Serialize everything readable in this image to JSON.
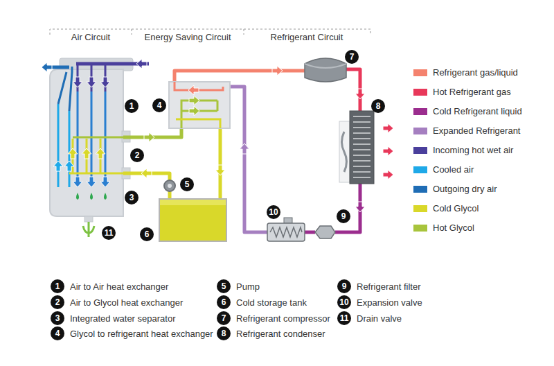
{
  "diagram": {
    "nodes": [
      {
        "text": [
          "1"
        ]
      },
      {
        "text": [
          "2"
        ]
      },
      {
        "text": [
          "3"
        ]
      },
      {
        "text": [
          "4"
        ]
      },
      {
        "text": [
          "5"
        ]
      },
      {
        "text": [
          "6"
        ]
      },
      {
        "text": [
          "7"
        ]
      },
      {
        "text": [
          "8"
        ]
      },
      {
        "text": [
          "9"
        ]
      },
      {
        "text": [
          "10"
        ]
      },
      {
        "text": [
          "11"
        ]
      },
      {
        "text": [
          "1",
          "Air to Air heat exchanger"
        ]
      },
      {
        "text": [
          "2",
          "Air to Glycol heat exchanger"
        ]
      },
      {
        "text": [
          "3",
          "Integrated water separator"
        ]
      },
      {
        "text": [
          "4",
          "Glycol to refrigerant heat exchanger"
        ]
      },
      {
        "text": [
          "5",
          "Pump"
        ]
      },
      {
        "text": [
          "6",
          "Cold storage tank"
        ]
      },
      {
        "text": [
          "7",
          "Refrigerant compressor"
        ]
      },
      {
        "text": [
          "8",
          "Refrigerant condenser"
        ]
      },
      {
        "text": [
          "9",
          "Refrigerant filter"
        ]
      },
      {
        "text": [
          "10",
          "Expansion valve"
        ]
      },
      {
        "text": [
          "11",
          "Drain valve"
        ]
      }
    ],
    "labels": [
      "Air Circuit",
      "Energy Saving Circuit",
      "Refrigerant Circuit"
    ],
    "legend": [
      {
        "text": "Refrigerant gas/liquid",
        "color": "#f4826e"
      },
      {
        "text": "Hot Refrigerant gas",
        "color": "#e8385a"
      },
      {
        "text": "Cold Refrigerant liquid",
        "color": "#9b2d8e"
      },
      {
        "text": "Expanded Refrigerant",
        "color": "#a57fc0"
      },
      {
        "text": "Incoming hot wet air",
        "color": "#4a3f9c"
      },
      {
        "text": "Cooled air",
        "color": "#1fa9e8"
      },
      {
        "text": "Outgoing dry air",
        "color": "#1f6db5"
      },
      {
        "text": "Cold Glycol",
        "color": "#d9d82a"
      },
      {
        "text": "Hot Glycol",
        "color": "#a8c43c"
      }
    ]
  }
}
